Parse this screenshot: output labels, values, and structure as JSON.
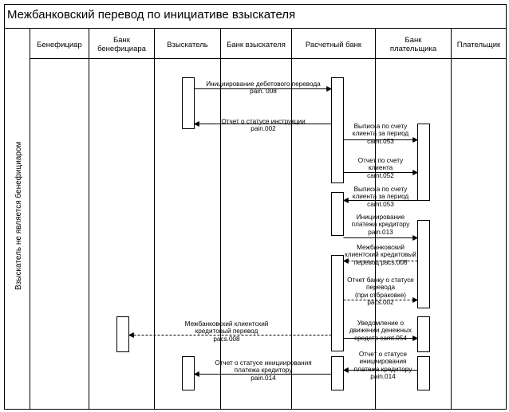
{
  "diagram": {
    "title": "Межбанковский перевод по инициативе взыскателя",
    "pool_label": "Взыскатель не является бенефициаром",
    "lanes": [
      {
        "id": "beneficiary",
        "label": "Бенефициар"
      },
      {
        "id": "beneficiary-bank",
        "label": "Банк\nбенефициара"
      },
      {
        "id": "collector",
        "label": "Взыскатель"
      },
      {
        "id": "collector-bank",
        "label": "Банк взыскателя"
      },
      {
        "id": "settlement-bank",
        "label": "Расчетный банк"
      },
      {
        "id": "payer-bank",
        "label": "Банк\nплательщика"
      },
      {
        "id": "payer",
        "label": "Плательщик"
      }
    ],
    "messages": [
      {
        "id": "debit-initiation",
        "text": "Инициирование дебетового перевода\npain. 008",
        "style": "solid"
      },
      {
        "id": "instruction-status",
        "text": "Отчет о статусе инструкции\npain.002",
        "style": "solid"
      },
      {
        "id": "statement-camt053-a",
        "text": "Выписка по счету\nклиента за период\ncamt.053",
        "style": "solid"
      },
      {
        "id": "report-camt052",
        "text": "Отчет по счету\nклиента\ncamt.052",
        "style": "solid"
      },
      {
        "id": "statement-camt053-b",
        "text": "Выписка по счету\nклиента за период\ncamt.053",
        "style": "solid"
      },
      {
        "id": "payment-initiation-pain013",
        "text": "Инициирование\nплатежа кредитору\npain.013",
        "style": "solid"
      },
      {
        "id": "interbank-pacs008-a",
        "text": "Межбанковский\nклиентский кредитовый\nперевод pacs.008",
        "style": "dashed"
      },
      {
        "id": "rejection-status-pacs002",
        "text": "Отчет банку о статусе\nперевода\n(при отбраковке)\npacs.002",
        "style": "dashed"
      },
      {
        "id": "interbank-pacs008-b",
        "text": "Межбанковский клиентский\nкредитовый перевод\npacs.008",
        "style": "dashed"
      },
      {
        "id": "cash-movement-camt054",
        "text": "Уведомление о\nдвижении денежных\nсредств camt.054",
        "style": "solid"
      },
      {
        "id": "initiation-status-pain014-a",
        "text": "Отчет о статусе\nинициирования\nплатежа кредитору\npain.014",
        "style": "solid"
      },
      {
        "id": "initiation-status-pain014-b",
        "text": "Отчет о статусе инициирования\nплатежа кредитору\npain.014",
        "style": "solid"
      }
    ]
  }
}
